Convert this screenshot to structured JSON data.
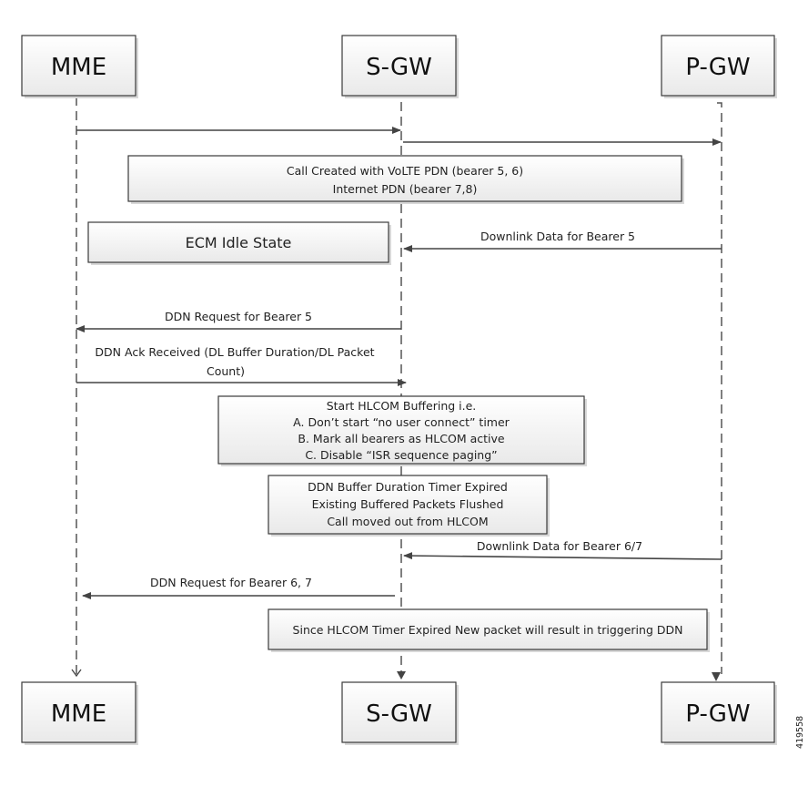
{
  "diagram": {
    "type": "sequence-diagram",
    "participants": [
      {
        "id": "mme",
        "label": "MME"
      },
      {
        "id": "sgw",
        "label": "S-GW"
      },
      {
        "id": "pgw",
        "label": "P-GW"
      }
    ],
    "messages": [
      {
        "from": "mme",
        "to": "sgw",
        "label": ""
      },
      {
        "from": "sgw",
        "to": "pgw",
        "label": ""
      },
      {
        "from": "pgw",
        "to": "sgw",
        "label": "Downlink Data for Bearer 5"
      },
      {
        "from": "sgw",
        "to": "mme",
        "label": "DDN Request for Bearer 5"
      },
      {
        "from": "mme",
        "to": "sgw",
        "label_lines": [
          "DDN Ack Received (DL Buffer Duration/DL Packet",
          "Count)"
        ]
      },
      {
        "from": "pgw",
        "to": "sgw",
        "label": "Downlink Data for Bearer 6/7"
      },
      {
        "from": "sgw",
        "to": "mme",
        "label": "DDN Request for Bearer 6, 7"
      }
    ],
    "notes": [
      {
        "id": "call-created",
        "lines": [
          "Call Created with VoLTE PDN (bearer 5, 6)",
          "Internet PDN (bearer 7,8)"
        ]
      },
      {
        "id": "ecm-idle",
        "lines": [
          "ECM Idle State"
        ]
      },
      {
        "id": "start-hlcom",
        "lines": [
          "Start HLCOM Buffering i.e.",
          "A. Don’t start “no user connect” timer",
          "B. Mark all bearers as HLCOM active",
          "C. Disable “ISR sequence paging”"
        ]
      },
      {
        "id": "ddn-timer-expired",
        "lines": [
          "DDN Buffer Duration Timer Expired",
          "Existing Buffered Packets Flushed",
          "Call moved out from HLCOM"
        ]
      },
      {
        "id": "hlcom-timer-expired",
        "lines": [
          "Since HLCOM Timer Expired New packet will result in triggering DDN"
        ]
      }
    ],
    "figure_id": "419558"
  }
}
